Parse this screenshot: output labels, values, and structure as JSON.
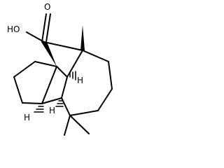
{
  "molecule": {
    "labels": {
      "carboxyl_oxygen": "O",
      "hydroxyl": "HO",
      "hydrogen_right": "H",
      "hydrogen_mid": "H",
      "hydrogen_left": "H"
    }
  }
}
